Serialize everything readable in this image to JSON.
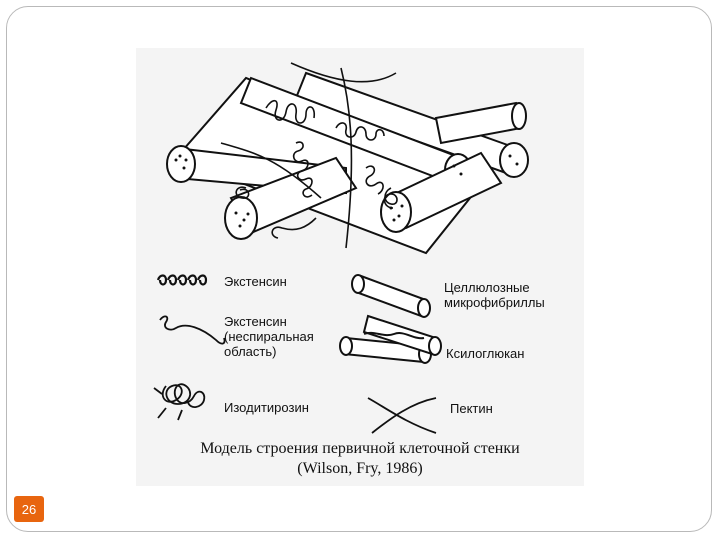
{
  "legend": {
    "extensin": "Экстенсин",
    "extensin_nonhelical": "Экстенсин\n(неспиральная\nобласть)",
    "isodityrosine": "Изодитирозин",
    "cellulose_microfibrils": "Целлюлозные\nмикрофибриллы",
    "xyloglucan": "Ксилоглюкан",
    "pectin": "Пектин"
  },
  "caption": {
    "line1": "Модель строения первичной клеточной стенки",
    "line2": "(Wilson,  Fry, 1986)"
  },
  "slide": {
    "page_number": "26"
  },
  "colors": {
    "badge": "#e8650f",
    "ink": "#111111"
  }
}
